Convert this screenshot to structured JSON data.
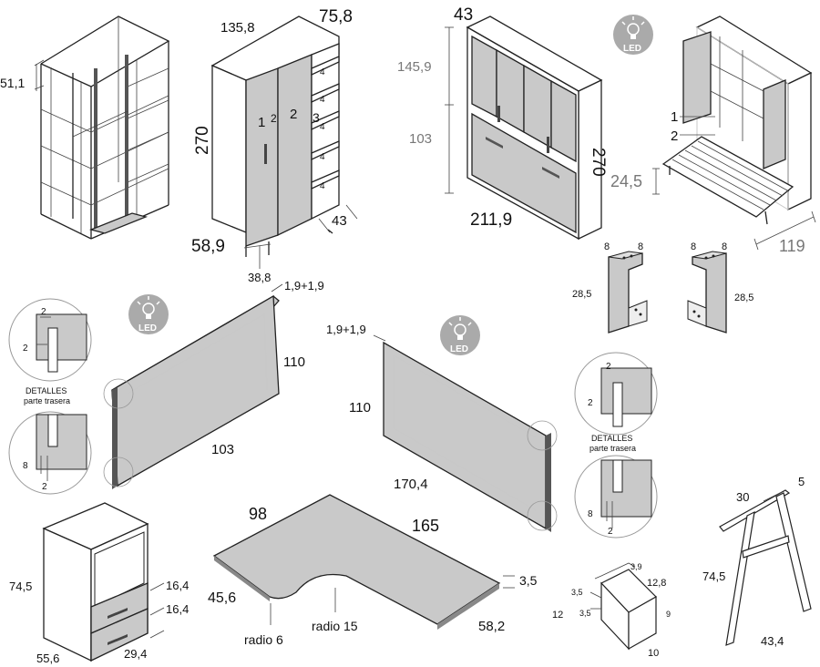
{
  "labels": {
    "glass_cabinet": {
      "depth": "51,1"
    },
    "corner_wardrobe": {
      "width": "135,8",
      "side": "75,8",
      "height": "270",
      "depth_front": "58,9",
      "inner": "38,8",
      "shelf_depth": "43",
      "door1": "1",
      "door2": "2",
      "door3": "2",
      "door4": "3",
      "shelf_mark": "4"
    },
    "wall_bed": {
      "depth": "43",
      "upper": "145,9",
      "lower": "103",
      "height": "270",
      "width": "211,9"
    },
    "open_bed": {
      "mark1": "1",
      "mark2": "2",
      "leg": "24,5",
      "depth": "119"
    },
    "brackets": {
      "w1": "8",
      "w2": "8",
      "h": "28,5",
      "w3": "8",
      "w4": "8",
      "h2": "28,5"
    },
    "headboard_small": {
      "thickness": "1,9+1,9",
      "height": "110",
      "width": "103"
    },
    "headboard_large": {
      "thickness": "1,9+1,9",
      "height": "110",
      "width": "170,4"
    },
    "detail_left": {
      "a": "2",
      "b": "2",
      "caption1": "DETALLES",
      "caption2": "parte trasera",
      "c": "8",
      "d": "2"
    },
    "detail_right": {
      "a": "2",
      "b": "2",
      "caption1": "DETALLES",
      "caption2": "parte trasera",
      "c": "8",
      "d": "2"
    },
    "led": "LED",
    "nightstand": {
      "height": "74,5",
      "drawer1": "16,4",
      "drawer2": "16,4",
      "depth": "55,6",
      "width": "29,4"
    },
    "desk": {
      "depth": "98",
      "length": "165",
      "left": "45,6",
      "thickness": "3,5",
      "right": "58,2",
      "radius1": "radio 6",
      "radius2": "radio 15"
    },
    "box": {
      "a": "3,9",
      "b": "12,8",
      "c": "3,5",
      "d": "12",
      "e": "3,5",
      "f": "9",
      "g": "10"
    },
    "trestle": {
      "top": "30",
      "edge": "5",
      "height": "74,5",
      "width": "43,4"
    }
  }
}
